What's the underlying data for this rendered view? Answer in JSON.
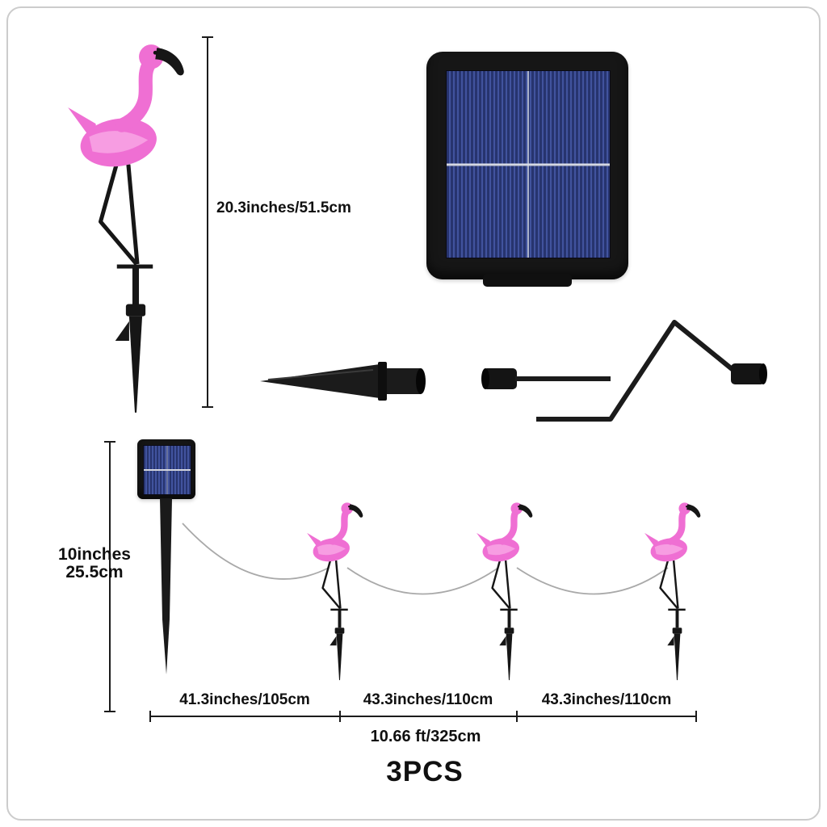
{
  "measurements": {
    "flamingo_height": "20.3inches/51.5cm",
    "solar_panel_height_in": "10inches",
    "solar_panel_height_cm": "25.5cm",
    "segments": [
      "41.3inches/105cm",
      "43.3inches/110cm",
      "43.3inches/110cm"
    ],
    "total_length": "10.66 ft/325cm",
    "quantity": "3PCS"
  },
  "colors": {
    "flamingo_pink": "#ef6fd3",
    "flamingo_pink_light": "#f9a9e6",
    "flamingo_dark": "#161616",
    "solar_cell_blue": "#27346e",
    "solar_cell_stripe": "#41539e",
    "panel_frame_black": "#161616",
    "dimension_black": "#1b1b1b",
    "wire_gray": "#a9a9a9",
    "frame_border_gray": "#cccccc"
  },
  "illustrations": {
    "flamingo_light": "flamingo-stake-light",
    "solar_panel": "solar-panel",
    "ground_spike": "ground-spike",
    "mounting_bracket": "mounting-bracket",
    "connected_set": "three-flamingo-string-set"
  }
}
